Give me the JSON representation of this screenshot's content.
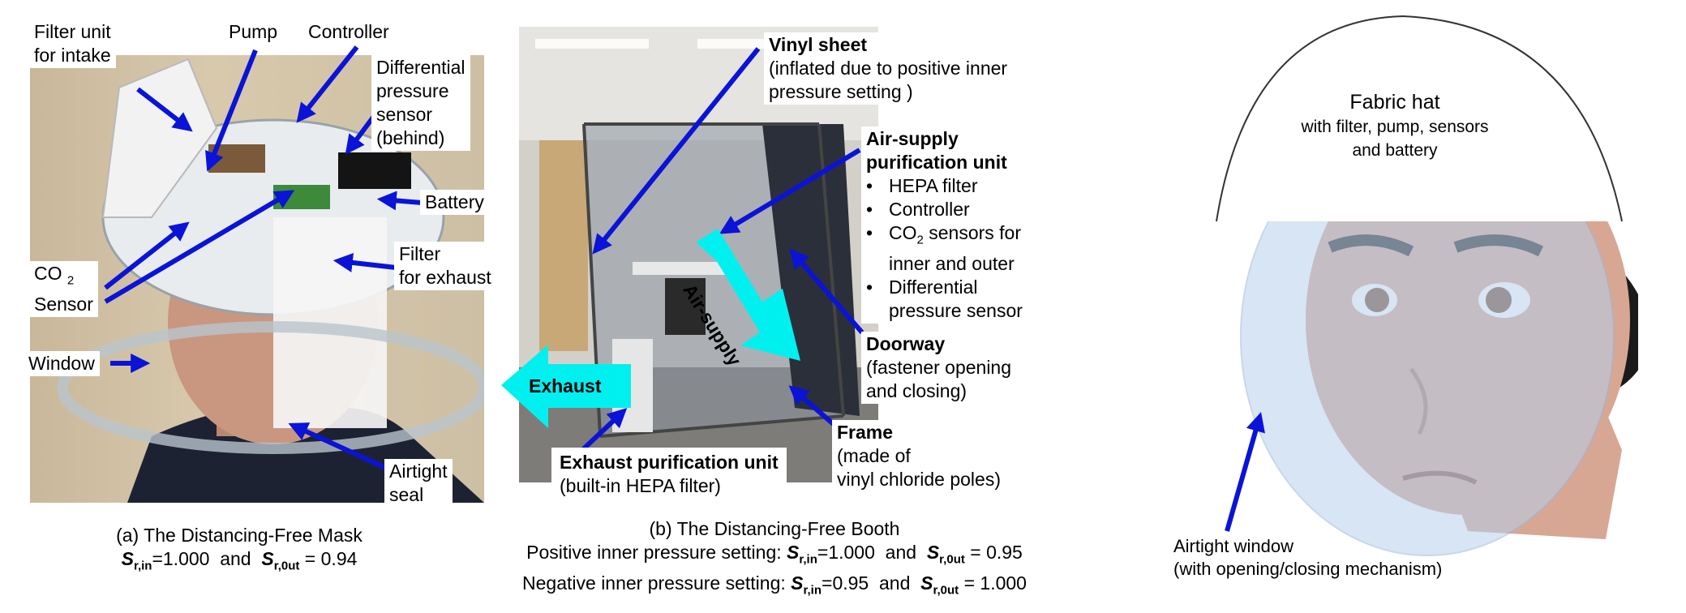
{
  "colors": {
    "arrow": "#0a13d6",
    "flow_arrow": "#00f0f0",
    "booth_screen": "#2b2f3a",
    "skin": "#d7a794"
  },
  "mask": {
    "filter_intake": [
      "Filter unit",
      "for intake"
    ],
    "pump": "Pump",
    "controller": "Controller",
    "diff_sensor": [
      "Differential",
      "pressure",
      "sensor",
      "(behind)"
    ],
    "battery": "Battery",
    "co2_sensor": {
      "line1_prefix": "CO",
      "line1_sub": "2",
      "line2": "Sensor"
    },
    "filter_exhaust": [
      "Filter",
      "for exhaust"
    ],
    "window": "Window",
    "airtight_seal": [
      "Airtight",
      "seal"
    ],
    "caption": {
      "title": "(a)   The Distancing-Free Mask",
      "s": "S",
      "sub_in": "r,in",
      "val_in": "=1.000  and  ",
      "sub_out": "r,0ut",
      "val_out": " = 0.94"
    }
  },
  "booth": {
    "vinyl_sheet": {
      "title": "Vinyl sheet",
      "desc": [
        "(inflated due to positive inner",
        "pressure setting )"
      ]
    },
    "air_supply_unit": {
      "title": [
        "Air-supply",
        "purification unit"
      ],
      "items": [
        "HEPA filter",
        "Controller"
      ],
      "co2_item": {
        "prefix": "CO",
        "sub": "2",
        "suffix": " sensors for",
        "line2": "inner and outer"
      },
      "diff_item": [
        "Differential",
        "pressure sensor"
      ]
    },
    "doorway": {
      "title": "Doorway",
      "desc": [
        "(fastener opening",
        "and closing)"
      ]
    },
    "frame": {
      "title": "Frame",
      "desc": [
        "(made of",
        "vinyl chloride poles)"
      ]
    },
    "exhaust_unit": {
      "title": "Exhaust purification unit",
      "desc": "(built-in HEPA filter)"
    },
    "exhaust_arrow": "Exhaust",
    "air_supply_arrow": "Air-supply",
    "caption": {
      "title": "(b)   The Distancing-Free Booth",
      "pos_label": "Positive inner pressure setting: ",
      "pos_in": "=1.000  and  ",
      "pos_out": " = 0.95",
      "neg_label": "Negative inner pressure setting: ",
      "neg_in": "=0.95  and  ",
      "neg_out": " = 1.000",
      "s": "S",
      "sub_in": "r,in",
      "sub_out": "r,0ut"
    }
  },
  "hat": {
    "title": "Fabric hat",
    "desc": [
      "with filter, pump, sensors",
      "and battery"
    ],
    "airtight_window": [
      "Airtight window",
      "(with opening/closing mechanism)"
    ]
  }
}
